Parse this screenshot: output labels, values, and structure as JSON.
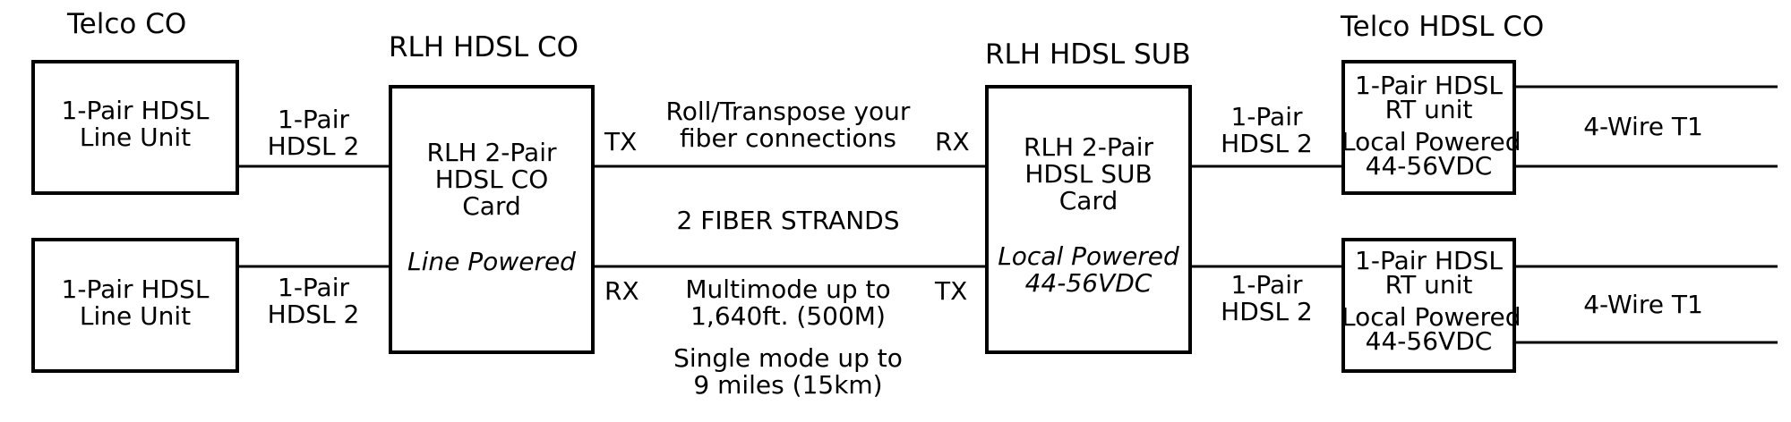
{
  "diagram": {
    "headings": {
      "telco_co": "Telco CO",
      "rlh_co": "RLH HDSL CO",
      "rlh_sub": "RLH HDSL SUB",
      "telco_hdsl_co": "Telco HDSL CO"
    },
    "line_units": {
      "top": {
        "line1": "1-Pair HDSL",
        "line2": "Line Unit"
      },
      "bottom": {
        "line1": "1-Pair HDSL",
        "line2": "Line Unit"
      }
    },
    "co_card": {
      "line1": "RLH 2-Pair",
      "line2": "HDSL CO",
      "line3": "Card",
      "power": "Line Powered"
    },
    "sub_card": {
      "line1": "RLH 2-Pair",
      "line2": "HDSL SUB",
      "line3": "Card",
      "power1": "Local Powered",
      "power2": "44-56VDC"
    },
    "rt_units": {
      "top": {
        "line1": "1-Pair HDSL",
        "line2": "RT unit",
        "line3": "Local Powered",
        "line4": "44-56VDC"
      },
      "bottom": {
        "line1": "1-Pair HDSL",
        "line2": "RT unit",
        "line3": "Local Powered",
        "line4": "44-56VDC"
      }
    },
    "links": {
      "left_top": {
        "line1": "1-Pair",
        "line2": "HDSL 2"
      },
      "left_bottom": {
        "line1": "1-Pair",
        "line2": "HDSL 2"
      },
      "right_top": {
        "line1": "1-Pair",
        "line2": "HDSL 2"
      },
      "right_bottom": {
        "line1": "1-Pair",
        "line2": "HDSL 2"
      }
    },
    "ports": {
      "co_top": "TX",
      "co_bottom": "RX",
      "sub_top": "RX",
      "sub_bottom": "TX"
    },
    "fiber": {
      "note1": "Roll/Transpose your",
      "note2": "fiber connections",
      "strands": "2 FIBER STRANDS",
      "multimode1": "Multimode up to",
      "multimode2": "1,640ft. (500M)",
      "singlemode1": "Single mode up to",
      "singlemode2": "9 miles (15km)"
    },
    "outputs": {
      "top": "4-Wire T1",
      "bottom": "4-Wire T1"
    }
  }
}
